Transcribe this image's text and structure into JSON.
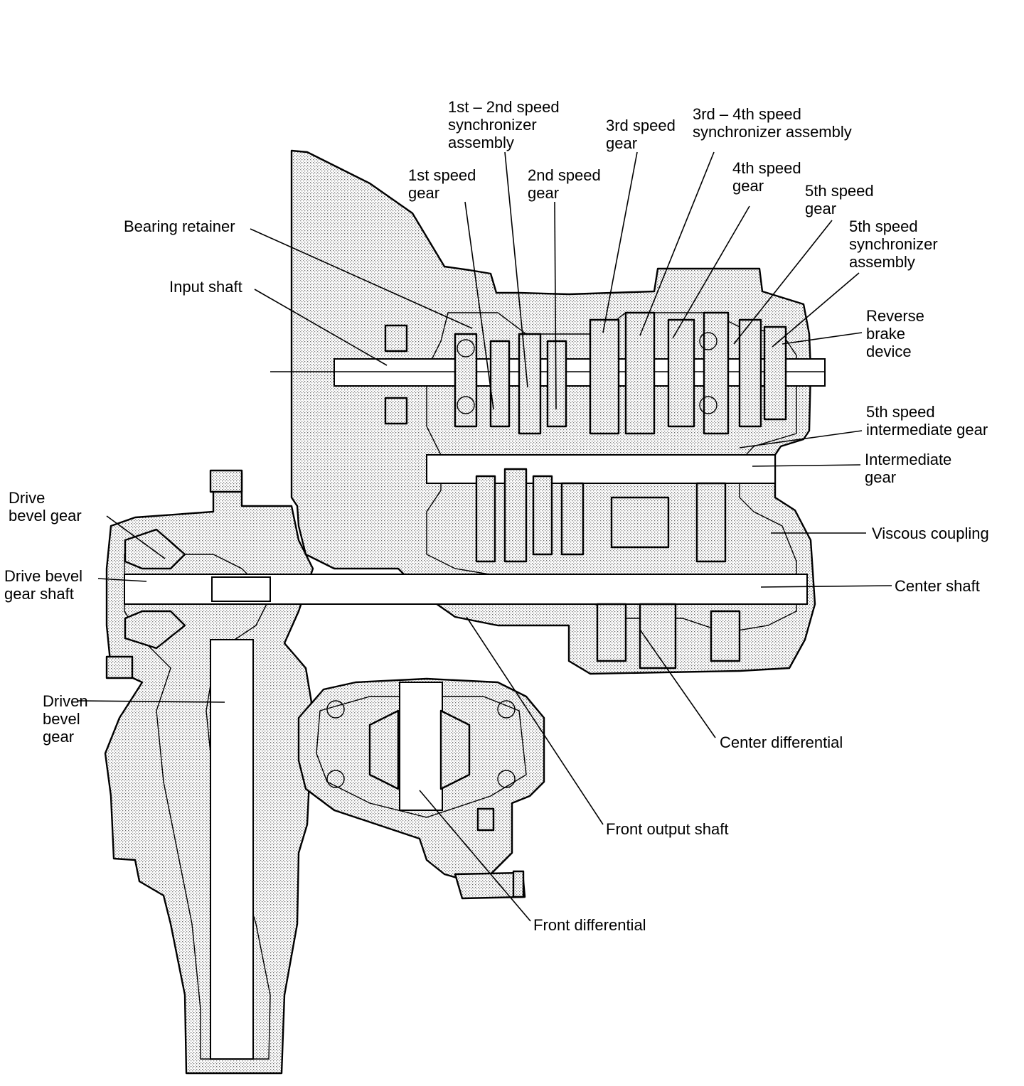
{
  "colors": {
    "ink": "#000000",
    "paper": "#ffffff",
    "stipple": "#9a9a9a"
  },
  "labels": {
    "sync_12": [
      "1st – 2nd speed",
      "synchronizer",
      "assembly"
    ],
    "gear_3rd": [
      "3rd  speed",
      "gear"
    ],
    "sync_34": [
      "3rd – 4th speed",
      "synchronizer assembly"
    ],
    "gear_1st": [
      "1st speed",
      "gear"
    ],
    "gear_2nd": [
      "2nd speed",
      "gear"
    ],
    "gear_4th": [
      "4th speed",
      "gear"
    ],
    "gear_5th": [
      "5th speed",
      "gear"
    ],
    "sync_5": [
      "5th speed",
      "synchronizer",
      "assembly"
    ],
    "bearing_retainer": [
      "Bearing retainer"
    ],
    "input_shaft": [
      "Input shaft"
    ],
    "reverse_brake": [
      "Reverse",
      "brake",
      "device"
    ],
    "gear_5th_int": [
      "5th speed",
      "intermediate gear"
    ],
    "int_gear": [
      "Intermediate",
      "gear"
    ],
    "drive_bevel": [
      "Drive",
      "bevel gear"
    ],
    "viscous": [
      "Viscous coupling"
    ],
    "drive_bevel_shaft": [
      "Drive bevel",
      "gear shaft"
    ],
    "center_shaft": [
      "Center shaft"
    ],
    "driven_bevel": [
      "Driven",
      "bevel",
      "gear"
    ],
    "center_diff": [
      "Center differential"
    ],
    "front_output": [
      "Front output shaft"
    ],
    "front_diff": [
      "Front differential"
    ]
  }
}
